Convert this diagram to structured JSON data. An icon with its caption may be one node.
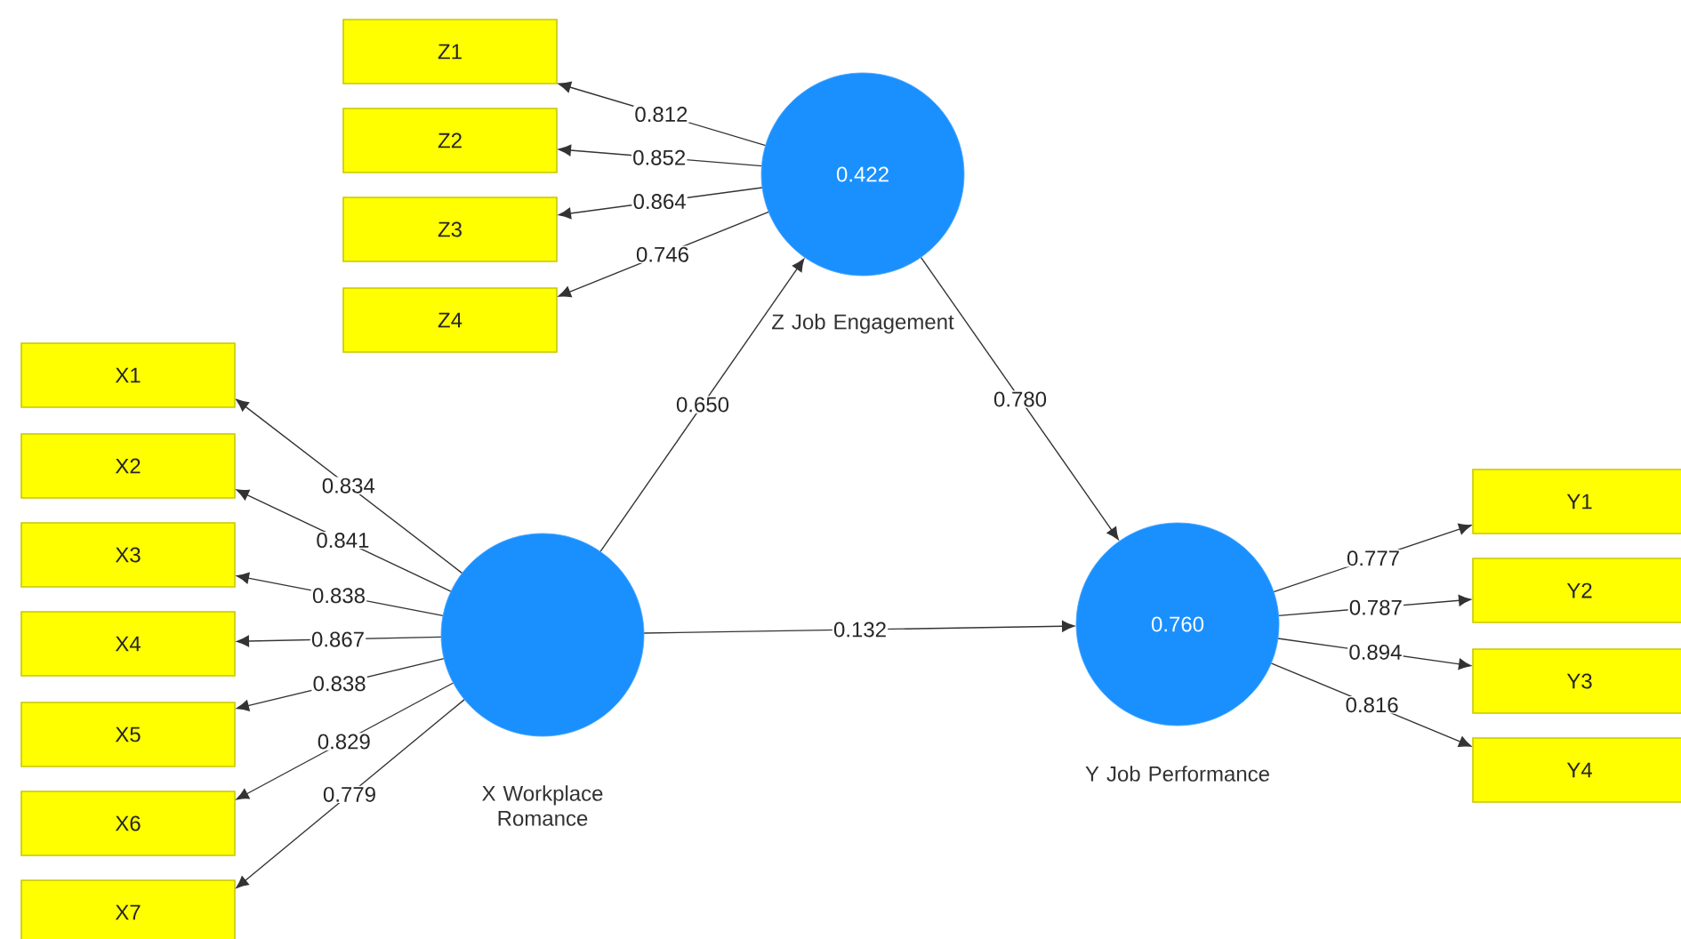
{
  "diagram": {
    "nodes": [
      {
        "text": [
          "Z1"
        ]
      },
      {
        "text": [
          "Z2"
        ]
      },
      {
        "text": [
          "Z3"
        ]
      },
      {
        "text": [
          "Z4"
        ]
      },
      {
        "text": [
          "0.422"
        ],
        "beside": [
          "Z Job Engagement"
        ]
      },
      {
        "text": [
          "X1"
        ]
      },
      {
        "text": [
          "X2"
        ]
      },
      {
        "text": [
          "X3"
        ]
      },
      {
        "text": [
          "X4"
        ]
      },
      {
        "text": [
          "X5"
        ]
      },
      {
        "text": [
          "X6"
        ]
      },
      {
        "text": [
          "X7"
        ]
      },
      {
        "text": [],
        "shape": "circle",
        "beside": [
          "X Workplace Romance"
        ]
      },
      {
        "text": [
          "0.760"
        ],
        "beside": [
          "Y Job Performance"
        ]
      },
      {
        "text": [
          "Y1"
        ]
      },
      {
        "text": [
          "Y2"
        ]
      },
      {
        "text": [
          "Y3"
        ]
      },
      {
        "text": [
          "Y4"
        ]
      }
    ],
    "edges": [
      {
        "from": 4,
        "to": 0,
        "arrow": "to",
        "label": "0.812"
      },
      {
        "from": 4,
        "to": 1,
        "arrow": "to",
        "label": "0.852"
      },
      {
        "from": 4,
        "to": 2,
        "arrow": "to",
        "label": "0.864"
      },
      {
        "from": 4,
        "to": 3,
        "arrow": "to",
        "label": "0.746"
      },
      {
        "from": 12,
        "to": 5,
        "arrow": "to",
        "label": "0.834"
      },
      {
        "from": 12,
        "to": 6,
        "arrow": "to",
        "label": "0.841"
      },
      {
        "from": 12,
        "to": 7,
        "arrow": "to",
        "label": "0.838"
      },
      {
        "from": 12,
        "to": 8,
        "arrow": "to",
        "label": "0.867"
      },
      {
        "from": 12,
        "to": 9,
        "arrow": "to",
        "label": "0.838"
      },
      {
        "from": 12,
        "to": 10,
        "arrow": "to",
        "label": "0.829"
      },
      {
        "from": 12,
        "to": 11,
        "arrow": "to",
        "label": "0.779"
      },
      {
        "from": 12,
        "to": 4,
        "arrow": "to",
        "label": "0.650"
      },
      {
        "from": 4,
        "to": 13,
        "arrow": "to",
        "label": "0.780"
      },
      {
        "from": 12,
        "to": 13,
        "arrow": "to",
        "label": "0.132"
      },
      {
        "from": 13,
        "to": 14,
        "arrow": "to",
        "label": "0.777"
      },
      {
        "from": 13,
        "to": 15,
        "arrow": "to",
        "label": "0.787"
      },
      {
        "from": 13,
        "to": 16,
        "arrow": "to",
        "label": "0.894"
      },
      {
        "from": 13,
        "to": 17,
        "arrow": "to",
        "label": "0.816"
      }
    ]
  }
}
